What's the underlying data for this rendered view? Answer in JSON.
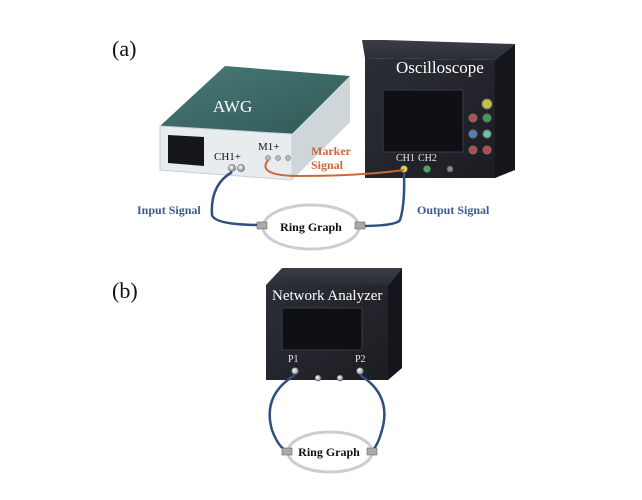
{
  "panels": {
    "a": {
      "label": "(a)"
    },
    "b": {
      "label": "(b)"
    }
  },
  "devices": {
    "awg": {
      "title": "AWG",
      "port_ch1": "CH1+",
      "port_m1": "M1+"
    },
    "oscilloscope": {
      "title": "Oscilloscope",
      "port_ch1": "CH1",
      "port_ch2": "CH2"
    },
    "network_analyzer": {
      "title": "Network Analyzer",
      "port_p1": "P1",
      "port_p2": "P2"
    }
  },
  "signals": {
    "marker_line1": "Marker",
    "marker_line2": "Signal",
    "input": "Input Signal",
    "output": "Output Signal"
  },
  "ring_graph": {
    "a": "Ring Graph",
    "b": "Ring Graph"
  },
  "colors": {
    "cable_blue": "#2f4f7f",
    "marker_orange": "#c8693a",
    "awg_top": "#3d6a68",
    "device_dark": "#2a2c33",
    "signal_label_blue": "#3d5a8f",
    "signal_label_orange": "#c8693a"
  }
}
